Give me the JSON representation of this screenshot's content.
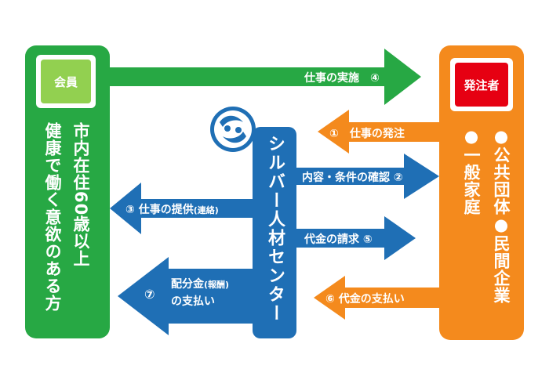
{
  "member": {
    "badge": "会員",
    "line1": "市内在住60歳以上",
    "line2": "健康で働く意欲のある方"
  },
  "orderer": {
    "badge": "発注者",
    "line1": "●公共団体●民間企業",
    "line2": "●一般家庭"
  },
  "center": {
    "name": "シルバー人材センター"
  },
  "arrows": {
    "work_execution": "仕事の実施　④",
    "work_order": "①　仕事の発注",
    "confirm_terms": "内容・条件の確認 ②",
    "provide_work": "③ 仕事の提供",
    "provide_work_note": "(連絡)",
    "billing": "代金の請求 ⑤",
    "payment": "⑥ 代金の支払い",
    "distribution_num": "⑦",
    "distribution_line1": "配分金",
    "distribution_note": "(報酬)",
    "distribution_line2": "の支払い"
  },
  "colors": {
    "green": "#27a844",
    "orange": "#f48a1d",
    "blue": "#1f6fb5",
    "light_green": "#92d050",
    "red": "#e60012"
  }
}
